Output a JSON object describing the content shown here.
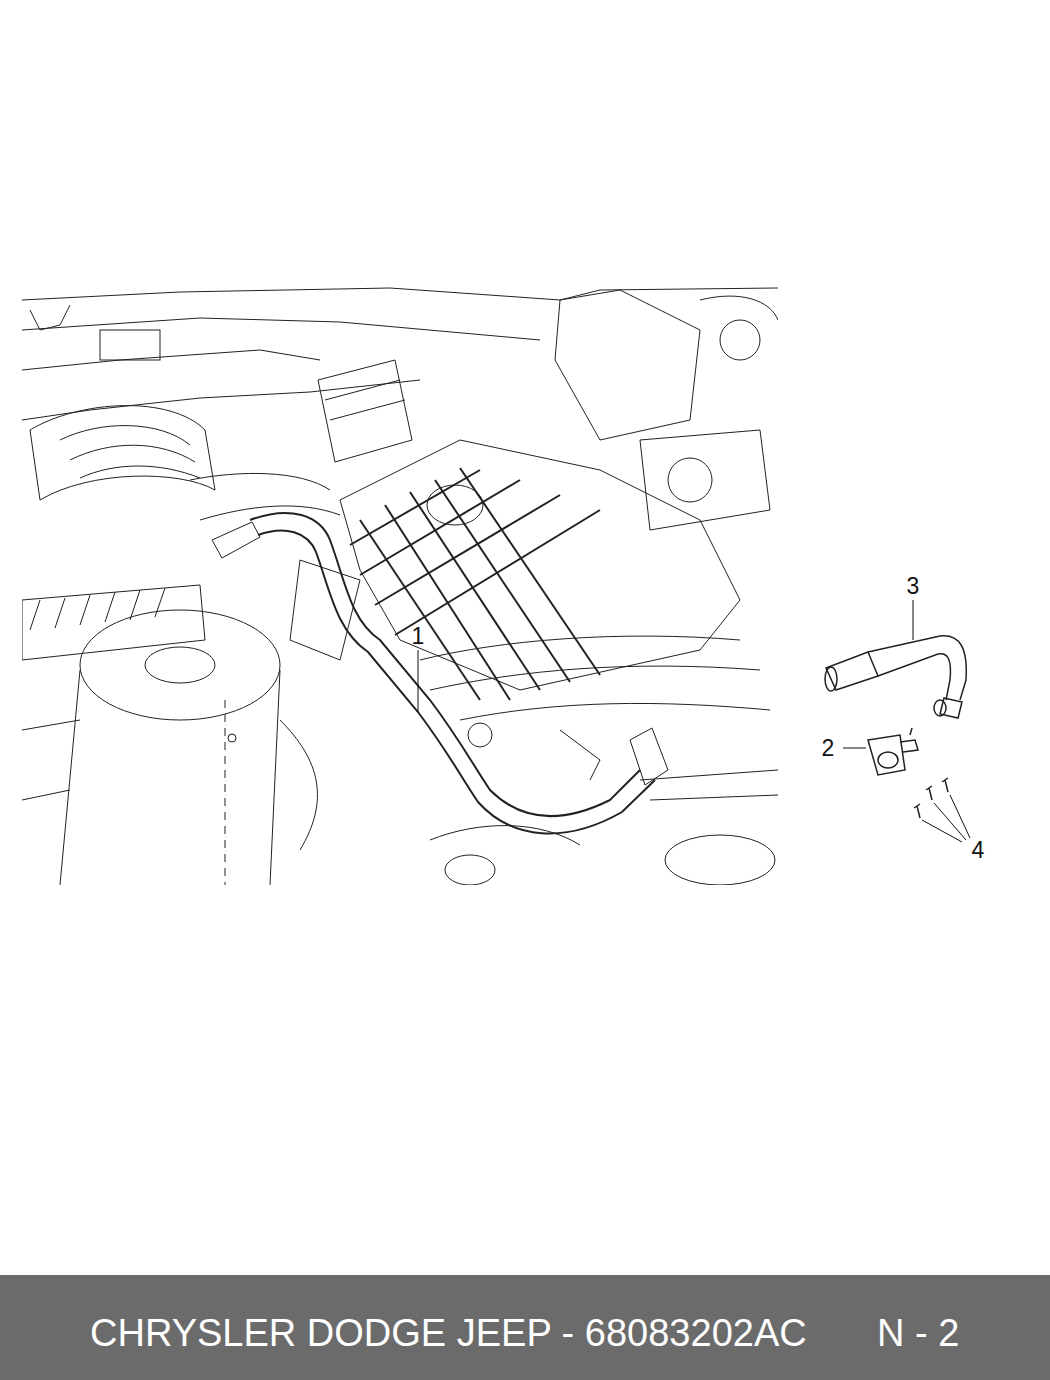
{
  "diagram": {
    "nodes": [
      {
        "text": [
          "CHRYSLER DODGE JEEP - 68083202AC",
          "N - 2"
        ]
      }
    ],
    "labels": [
      "3",
      "1",
      "2",
      "4"
    ]
  }
}
